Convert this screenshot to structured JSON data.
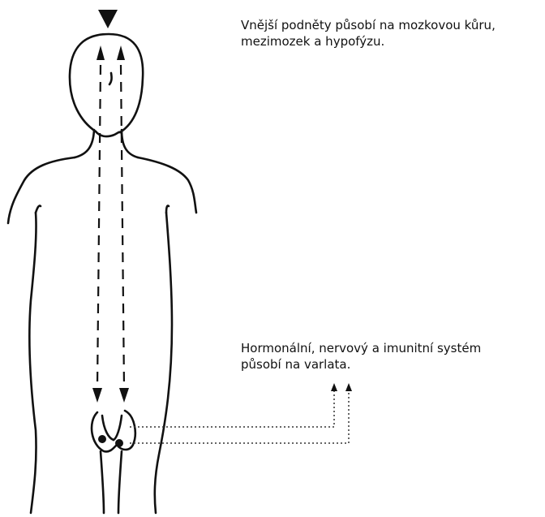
{
  "captions": {
    "top": {
      "line1": "Vnější podněty působí na mozkovou kůru,",
      "line2": "mezimozek a hypofýzu."
    },
    "middle": {
      "line1": "Hormonální, nervový a imunitní systém",
      "line2": "působí na varlata."
    }
  },
  "colors": {
    "ink": "#111111",
    "background": "#ffffff"
  }
}
